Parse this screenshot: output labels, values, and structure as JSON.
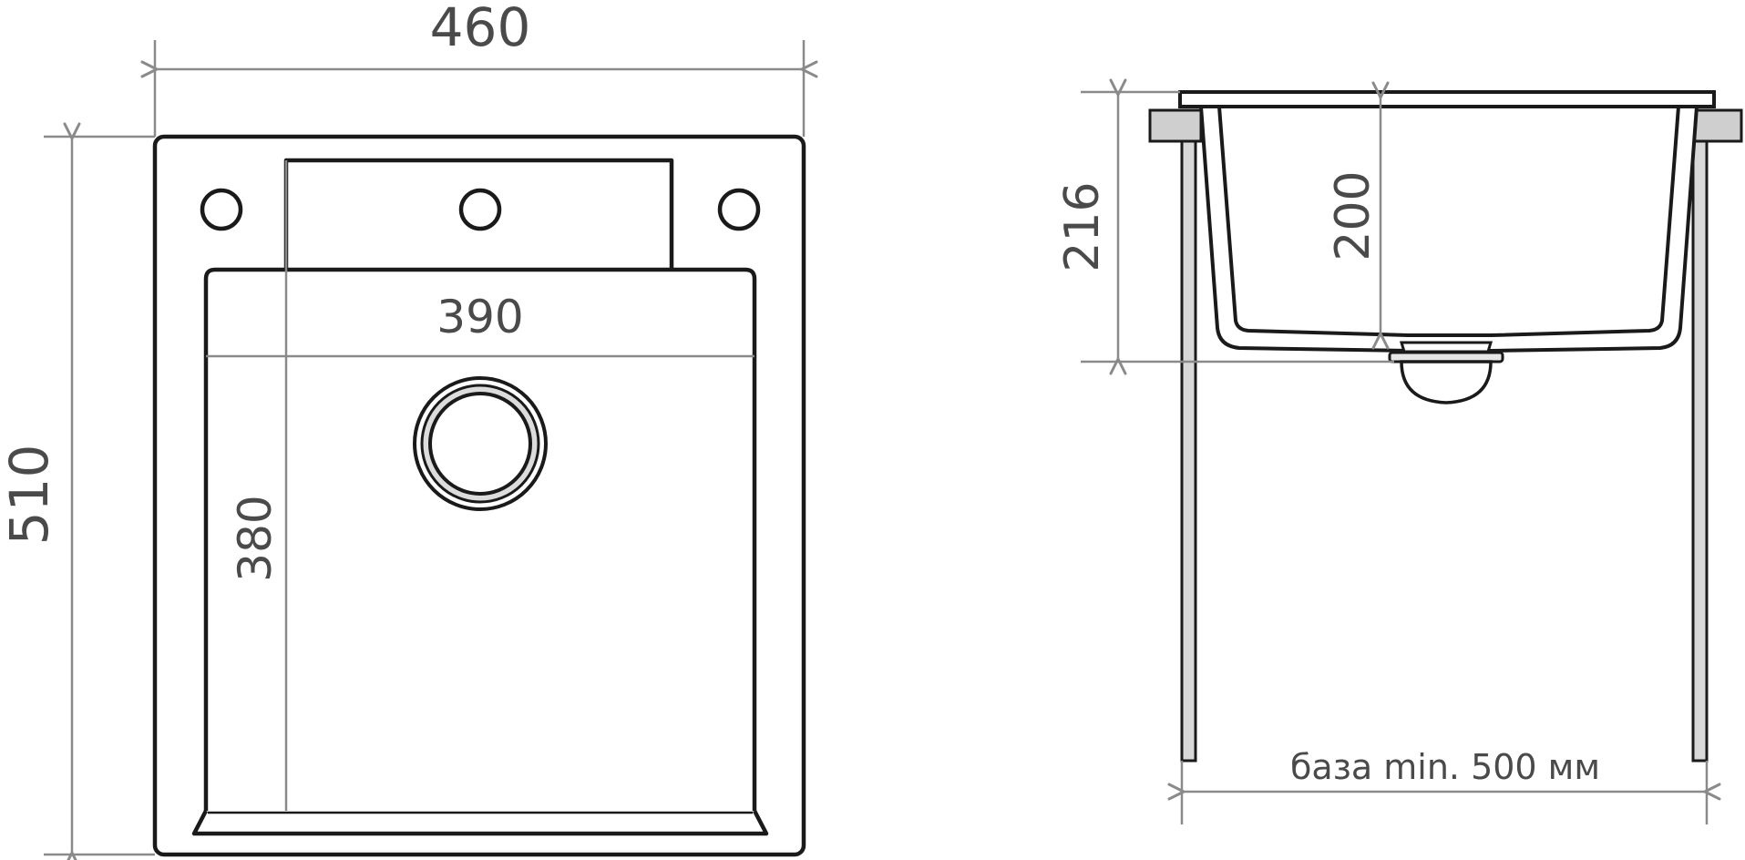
{
  "top_view": {
    "width_label": "460",
    "height_label": "510",
    "bowl_width_label": "390",
    "bowl_depth_label": "380"
  },
  "side_view": {
    "total_depth_label": "216",
    "bowl_depth_label": "200",
    "base_label": "база min. 500 мм"
  },
  "colors": {
    "outline": "#1a1a1a",
    "dimension": "#8a8a8a",
    "text": "#4a4a4a",
    "clip_fill": "#cfcfcf"
  }
}
